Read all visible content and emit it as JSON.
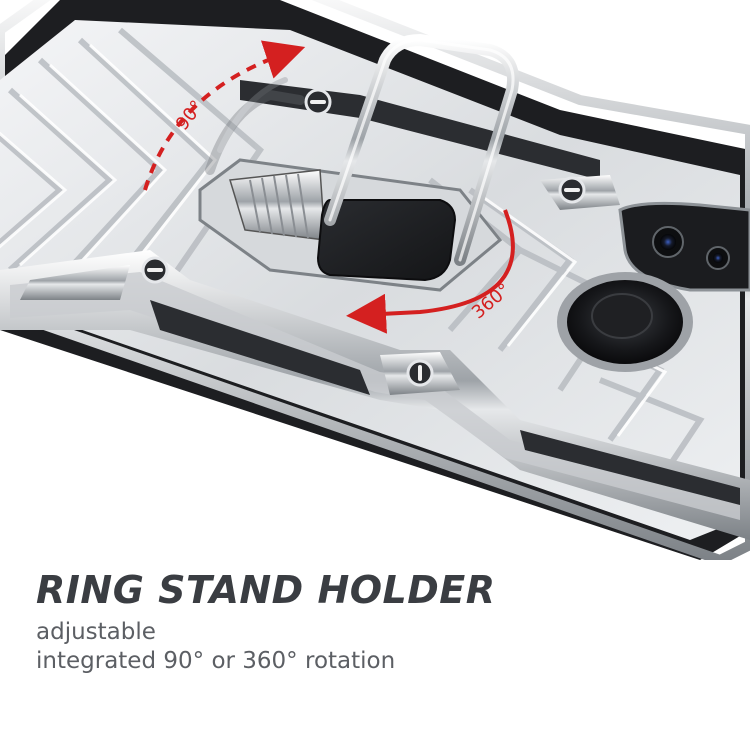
{
  "illustration": {
    "annotations": {
      "tilt_angle": "90°",
      "rotation_angle": "360°"
    }
  },
  "caption": {
    "headline": "RING STAND HOLDER",
    "lines": [
      "adjustable",
      "integrated 90° or 360° rotation"
    ]
  },
  "colors": {
    "accent_red": "#d42020",
    "headline_gray": "#3a3d42",
    "body_gray": "#5c5f64"
  }
}
